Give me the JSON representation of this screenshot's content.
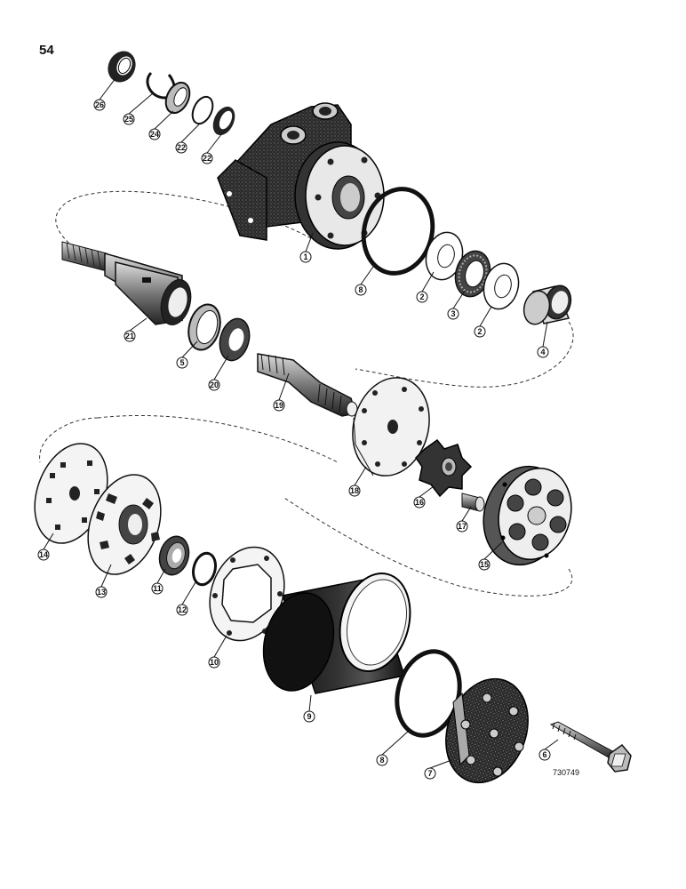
{
  "page_number": "54",
  "figure_id": "730749",
  "callouts": [
    "26",
    "25",
    "24",
    "22",
    "22",
    "1",
    "8",
    "2",
    "3",
    "2",
    "4",
    "21",
    "5",
    "20",
    "19",
    "18",
    "16",
    "17",
    "15",
    "14",
    "13",
    "11",
    "12",
    "10",
    "9",
    "8",
    "7",
    "6"
  ]
}
